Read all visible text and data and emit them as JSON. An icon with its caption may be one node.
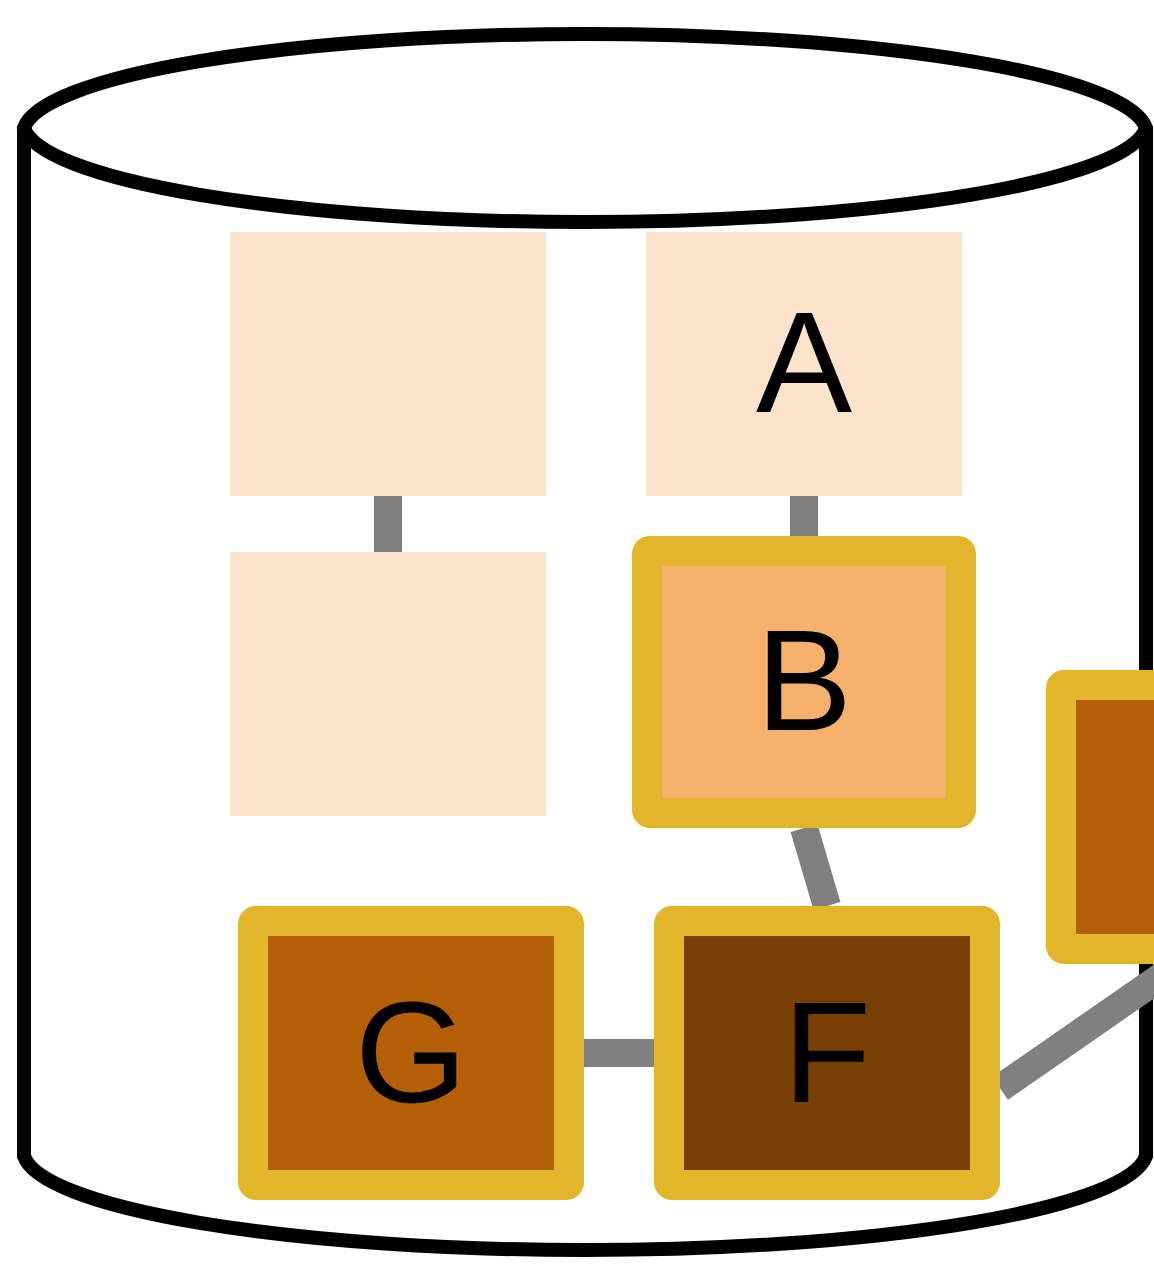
{
  "diagram": {
    "nodes": [
      {
        "text": [],
        "shape": "cylinder"
      },
      {
        "text": [],
        "shape": "box",
        "in": 0
      },
      {
        "text": [
          "A"
        ],
        "in": 0
      },
      {
        "text": [],
        "shape": "box",
        "in": 0
      },
      {
        "text": [
          "B"
        ],
        "in": 0
      },
      {
        "text": [],
        "shape": "box"
      },
      {
        "text": [
          "G"
        ],
        "in": 0
      },
      {
        "text": [
          "F"
        ],
        "in": 0
      }
    ],
    "edges": [
      {
        "from": 1,
        "to": 3,
        "arrow": "none"
      },
      {
        "from": 2,
        "to": 4,
        "arrow": "none"
      },
      {
        "from": 4,
        "to": 7,
        "arrow": "none"
      },
      {
        "from": 6,
        "to": 7,
        "arrow": "none"
      },
      {
        "from": 7,
        "to": 5,
        "arrow": "none"
      }
    ]
  }
}
